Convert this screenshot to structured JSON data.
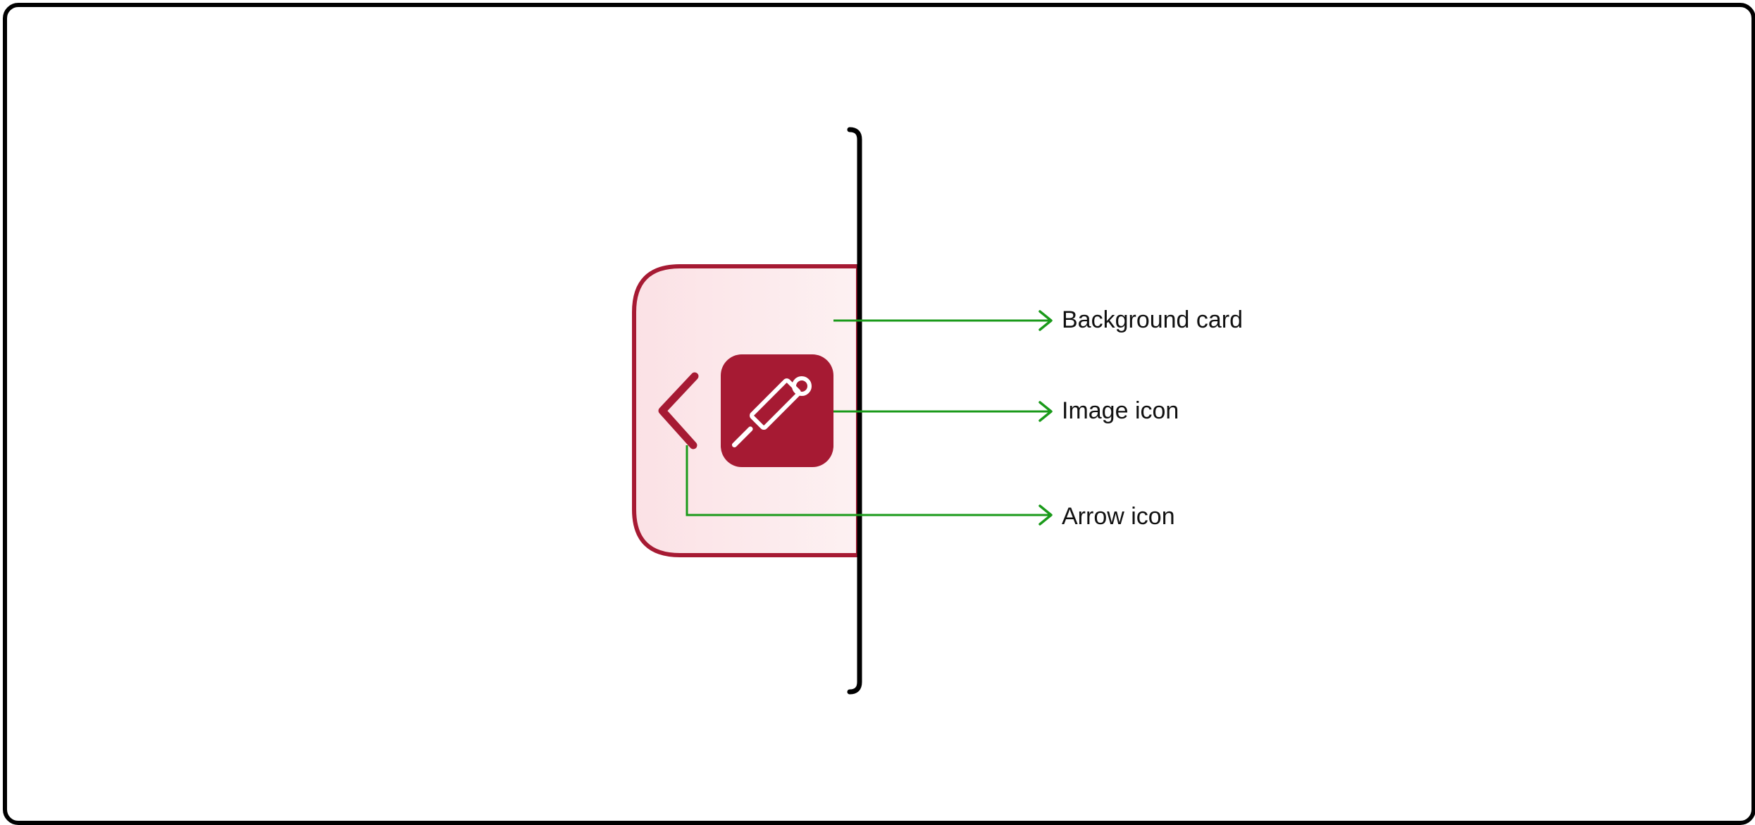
{
  "colors": {
    "frame": "#000000",
    "card_border": "#A61A33",
    "card_fill_left": "#FBE3E6",
    "card_fill_right": "#FDF0F1",
    "icon_fill": "#A61A33",
    "icon_glyph": "#FFFFFF",
    "arrow_icon": "#A61A33",
    "screen_edge": "#000000",
    "callout": "#1A9A1A",
    "label_text": "#111111"
  },
  "labels": {
    "background_card": "Background card",
    "image_icon": "Image icon",
    "arrow_icon": "Arrow icon"
  },
  "icons": {
    "arrow": "chevron-left-icon",
    "image": "image-icon"
  }
}
